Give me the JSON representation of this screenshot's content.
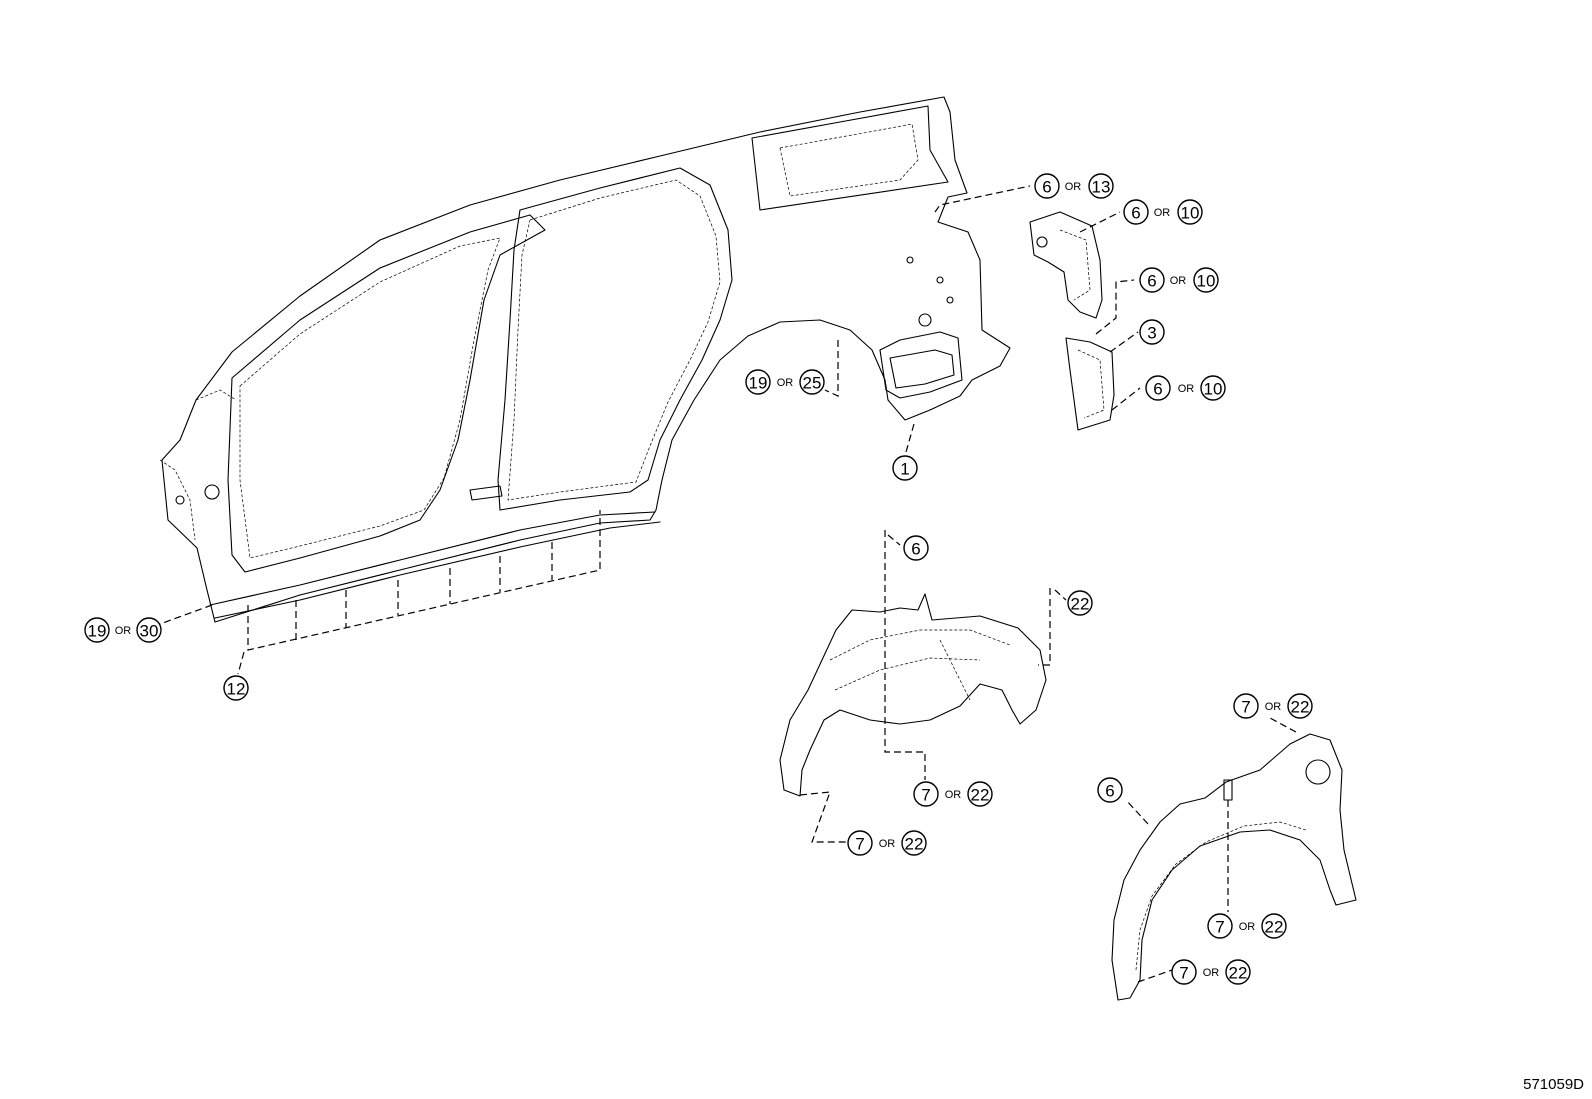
{
  "diagram": {
    "code": "571059D",
    "or_word": "OR",
    "callouts": [
      {
        "id": "c-6-or-13",
        "a": "6",
        "b": "13"
      },
      {
        "id": "c-6-or-10-a",
        "a": "6",
        "b": "10"
      },
      {
        "id": "c-6-or-10-b",
        "a": "6",
        "b": "10"
      },
      {
        "id": "c-3",
        "a": "3"
      },
      {
        "id": "c-6-or-10-c",
        "a": "6",
        "b": "10"
      },
      {
        "id": "c-19-or-25",
        "a": "19",
        "b": "25"
      },
      {
        "id": "c-1",
        "a": "1"
      },
      {
        "id": "c-6-a",
        "a": "6"
      },
      {
        "id": "c-22",
        "a": "22"
      },
      {
        "id": "c-19-or-30",
        "a": "19",
        "b": "30"
      },
      {
        "id": "c-12",
        "a": "12"
      },
      {
        "id": "c-7-or-22-a",
        "a": "7",
        "b": "22"
      },
      {
        "id": "c-7-or-22-b",
        "a": "7",
        "b": "22"
      },
      {
        "id": "c-7-or-22-c",
        "a": "7",
        "b": "22"
      },
      {
        "id": "c-6-b",
        "a": "6"
      },
      {
        "id": "c-7-or-22-d",
        "a": "7",
        "b": "22"
      },
      {
        "id": "c-7-or-22-e",
        "a": "7",
        "b": "22"
      }
    ]
  }
}
